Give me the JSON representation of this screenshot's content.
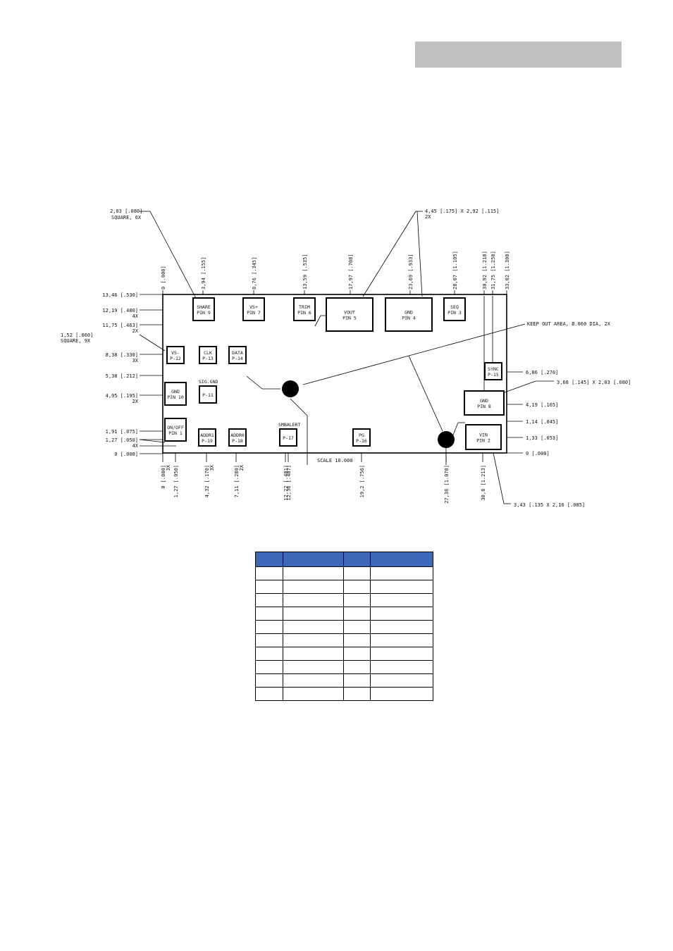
{
  "colors": {
    "header_bar": "#c0c0c0",
    "table_header": "#3c6ab8"
  },
  "top_labels": [
    {
      "text": "0 [.000]"
    },
    {
      "text": "3,94 [.155]"
    },
    {
      "text": "8,76 [.345]"
    },
    {
      "text": "13,59 [.535]"
    },
    {
      "text": "17,97 [.708]"
    },
    {
      "text": "23,69 [.933]"
    },
    {
      "text": "28,07 [1.105]"
    },
    {
      "text": "30,92 [1.218]"
    },
    {
      "text": "31,75 [1.250]"
    },
    {
      "text": "33,02 [1.300]"
    }
  ],
  "bottom_labels": [
    {
      "text": "0 [.000]",
      "sub": "3X"
    },
    {
      "text": "1,27 [.050]",
      "sub": ""
    },
    {
      "text": "4,32 [.170]",
      "sub": "3X"
    },
    {
      "text": "7,11 [.280]",
      "sub": "2X"
    },
    {
      "text": "12,22 [.481]",
      "sub": ""
    },
    {
      "text": "12,36 [.487]",
      "sub": ""
    },
    {
      "text": "19,2 [.756]",
      "sub": ""
    },
    {
      "text": "27,38 [1.078]",
      "sub": ""
    },
    {
      "text": "30,8 [1.213]",
      "sub": ""
    }
  ],
  "left_labels": [
    {
      "text": "13,46 [.530]",
      "sub": ""
    },
    {
      "text": "12,19 [.480]",
      "sub": "4X"
    },
    {
      "text": "11,75 [.463]",
      "sub": "2X"
    },
    {
      "text": "8,38 [.330]",
      "sub": "3X"
    },
    {
      "text": "5,38 [.212]",
      "sub": ""
    },
    {
      "text": "4,95 [.195]",
      "sub": "2X"
    },
    {
      "text": "1,91 [.075]",
      "sub": ""
    },
    {
      "text": "1,27 [.050]",
      "sub": "4X"
    },
    {
      "text": "0 [.000]",
      "sub": ""
    }
  ],
  "right_labels": [
    {
      "text": "6,86 [.270]"
    },
    {
      "text": "4,19 [.165]"
    },
    {
      "text": "1,14 [.045]"
    },
    {
      "text": "1,33 [.053]"
    },
    {
      "text": "0 [.000]"
    }
  ],
  "callouts": {
    "square_pads": {
      "line1": "2,03 [.080]",
      "line2": "SQUARE, 6X"
    },
    "vout_gnd_size": {
      "line1": "4,45 [.175] X 2,92 [.115]",
      "line2": "2X"
    },
    "signal_pads": {
      "line1": "1,52 [.060]",
      "line2": "SQUARE, 9X"
    },
    "keep_out": "KEEP OUT AREA, Ø.060 DIA, 2X",
    "gnd6_size": "3,68 [.145] X 2,03 [.080]",
    "vin_size": "3,43 [.135 X 2,16 [.085]",
    "scale": "SCALE  10.000"
  },
  "pins": [
    {
      "l1": "SHARE",
      "l2": "PIN 9"
    },
    {
      "l1": "VS+",
      "l2": "PIN 7"
    },
    {
      "l1": "TRIM",
      "l2": "PIN 6"
    },
    {
      "l1": "VOUT",
      "l2": "PIN 5"
    },
    {
      "l1": "GND",
      "l2": "PIN 4"
    },
    {
      "l1": "SEQ",
      "l2": "PIN 3"
    },
    {
      "l1": "VS-",
      "l2": "P-12"
    },
    {
      "l1": "CLK",
      "l2": "P-13"
    },
    {
      "l1": "DATA",
      "l2": "P-14"
    },
    {
      "l1": "SYNC",
      "l2": "P-15"
    },
    {
      "l1": "GND",
      "l2": "PIN 10"
    },
    {
      "l1": "",
      "l2": "P-11"
    },
    {
      "l1": "GND",
      "l2": "PIN 8"
    },
    {
      "l1": "ON/OFF",
      "l2": "PIN 1"
    },
    {
      "l1": "ADDR1",
      "l2": "P-19"
    },
    {
      "l1": "ADDR0",
      "l2": "P-18"
    },
    {
      "l1": "",
      "l2": "P-17"
    },
    {
      "l1": "PG",
      "l2": "P-16"
    },
    {
      "l1": "VIN",
      "l2": "PIN 2"
    }
  ],
  "pad_labels": {
    "sig_gnd": "SIG.GND",
    "smbalert": "SMBALERT"
  }
}
